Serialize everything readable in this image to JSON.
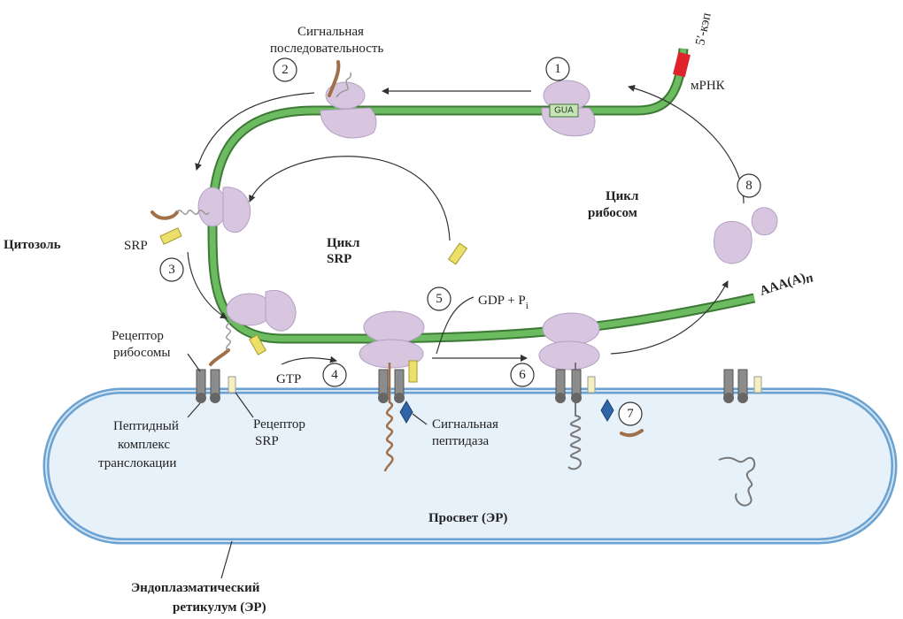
{
  "labels": {
    "signal_sequence_1": "Сигнальная",
    "signal_sequence_2": "последовательность",
    "cap": "5′-кэп",
    "mrna": "мРНК",
    "gua": "GUA",
    "cytosol": "Цитозоль",
    "srp": "SRP",
    "srp_cycle_1": "Цикл",
    "srp_cycle_2": "SRP",
    "ribosome_cycle_1": "Цикл",
    "ribosome_cycle_2": "рибосом",
    "gdp_pi": "GDP + P",
    "gdp_pi_sub": "i",
    "poly_a": "AAA(A)",
    "poly_a_n": "n",
    "ribosome_receptor_1": "Рецептор",
    "ribosome_receptor_2": "рибосомы",
    "gtp": "GTP",
    "peptide_translocation_1": "Пептидный",
    "peptide_translocation_2": "комплекс",
    "peptide_translocation_3": "транслокации",
    "srp_receptor_1": "Рецептор",
    "srp_receptor_2": "SRP",
    "signal_peptidase_1": "Сигнальная",
    "signal_peptidase_2": "пептидаза",
    "lumen": "Просвет (ЭР)",
    "er_1": "Эндоплазматический",
    "er_2": "ретикулум (ЭР)"
  },
  "steps": [
    "1",
    "2",
    "3",
    "4",
    "5",
    "6",
    "7",
    "8"
  ],
  "colors": {
    "mrna": "#5fae55",
    "cap": "#e0222b",
    "ribosome": "#d8c6e0",
    "srp": "#ecdf6a",
    "er_fill": "#e6f1fa",
    "er_stroke": "#6ba2d2",
    "peptide": "#a0704a",
    "peptidase": "#2f66a8",
    "translocon": "#8c8c8c"
  }
}
